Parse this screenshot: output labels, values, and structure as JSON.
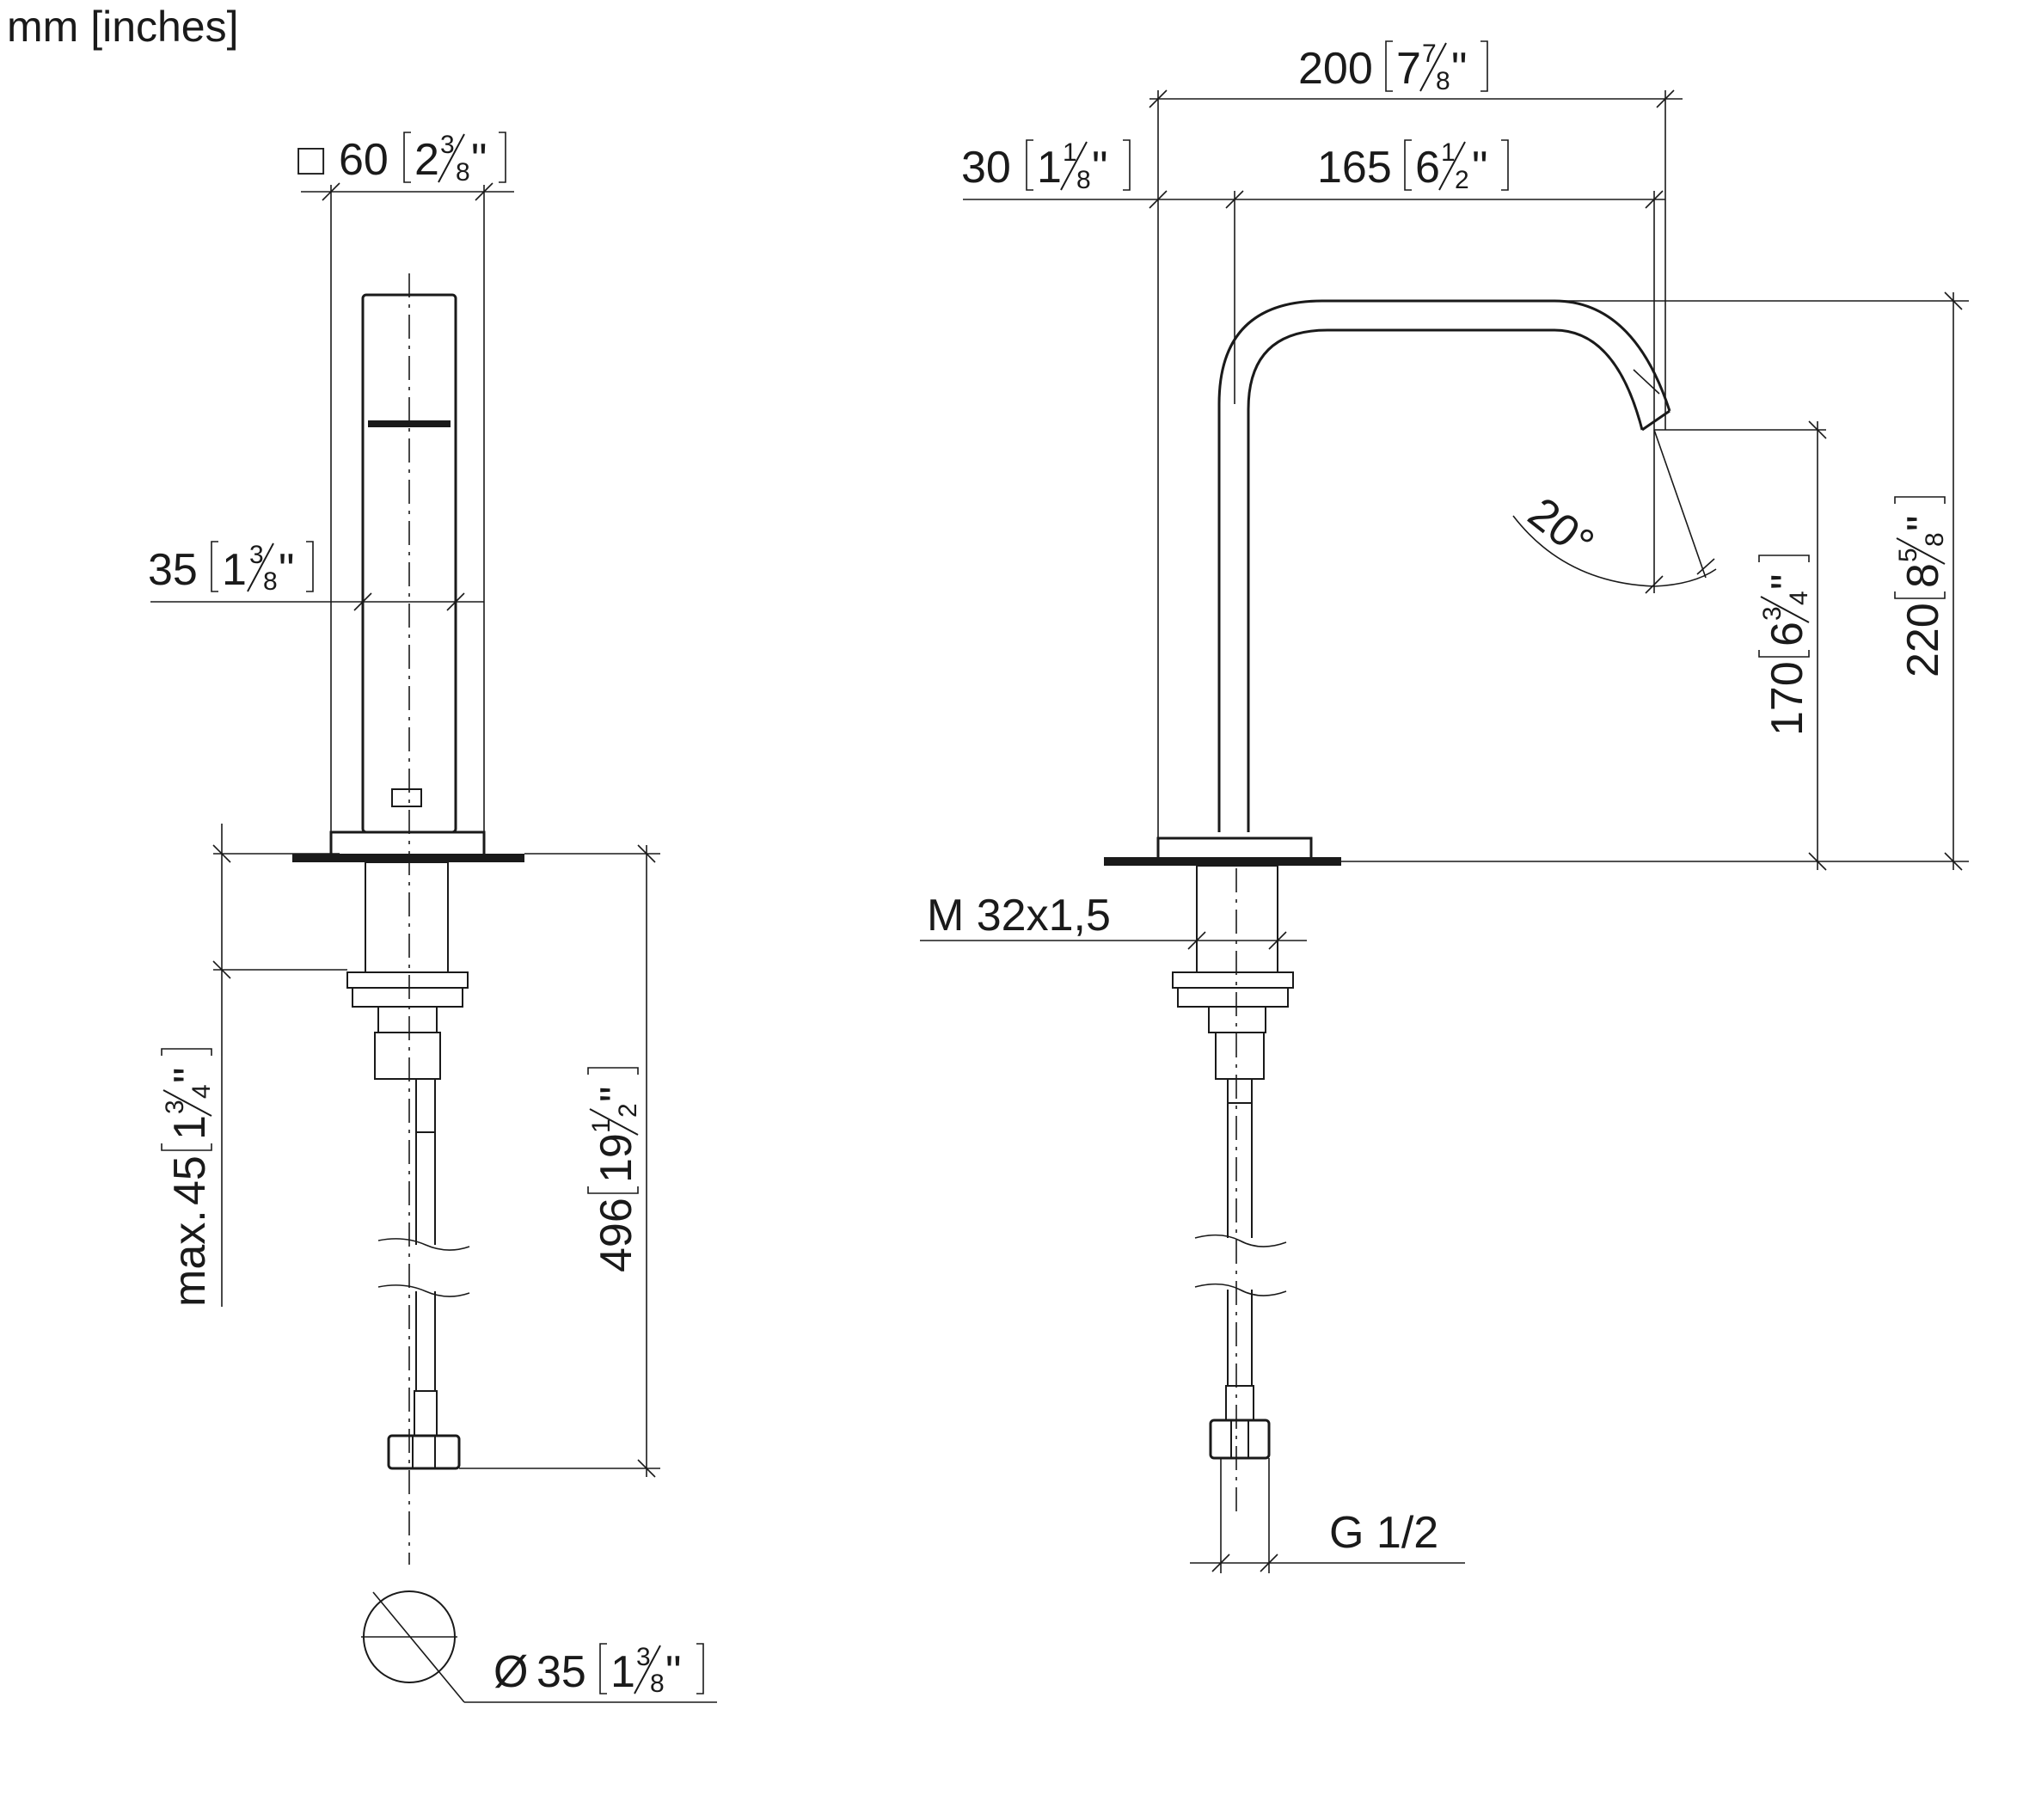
{
  "units_label": "mm [inches]",
  "front_view": {
    "top_square": {
      "symbol": "□",
      "mm": "60",
      "in_whole": "2",
      "in_num": "3",
      "in_den": "8"
    },
    "body_width": {
      "mm": "35",
      "in_whole": "1",
      "in_num": "3",
      "in_den": "8"
    },
    "max_thickness": {
      "prefix": "max.",
      "mm": "45",
      "in_whole": "1",
      "in_num": "3",
      "in_den": "4"
    },
    "hose_length": {
      "mm": "496",
      "in_whole": "19",
      "in_num": "1",
      "in_den": "2"
    },
    "diameter": {
      "symbol": "Ø",
      "mm": "35",
      "in_whole": "1",
      "in_num": "3",
      "in_den": "8"
    }
  },
  "side_view": {
    "total_reach": {
      "mm": "200",
      "in_whole": "7",
      "in_num": "7",
      "in_den": "8"
    },
    "base_offset": {
      "mm": "30",
      "in_whole": "1",
      "in_num": "1",
      "in_den": "8"
    },
    "spout_reach": {
      "mm": "165",
      "in_whole": "6",
      "in_num": "1",
      "in_den": "2"
    },
    "spout_angle": "20°",
    "outlet_height": {
      "mm": "170",
      "in_whole": "6",
      "in_num": "3",
      "in_den": "4"
    },
    "total_height": {
      "mm": "220",
      "in_whole": "8",
      "in_num": "5",
      "in_den": "8"
    },
    "thread": "M 32x1,5",
    "connection": "G 1/2"
  }
}
